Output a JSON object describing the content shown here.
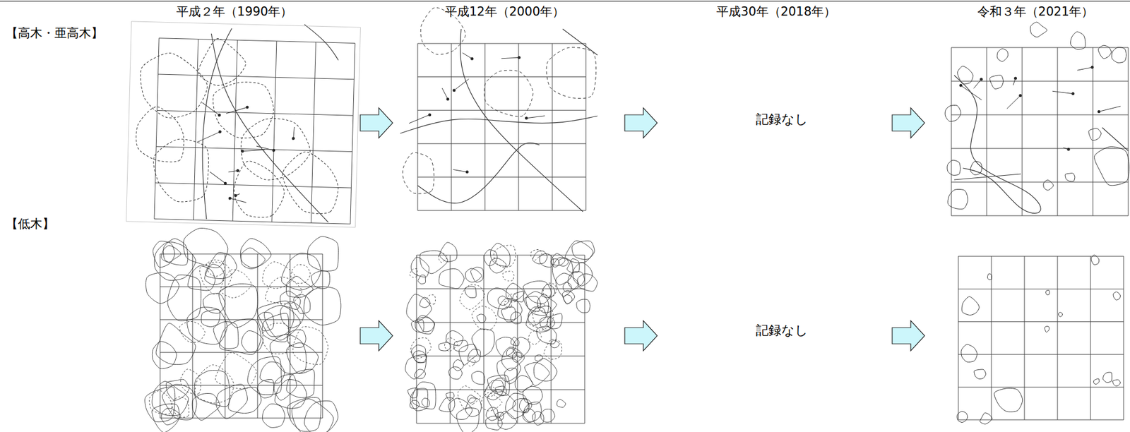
{
  "diagram": {
    "labels": [
      "平成２年（1990年）",
      "平成12年（2000年）",
      "平成30年（2018年）",
      "令和３年（2021年）",
      "【高木・亜高木】",
      "【低木】",
      "記録なし",
      "記録なし"
    ]
  }
}
